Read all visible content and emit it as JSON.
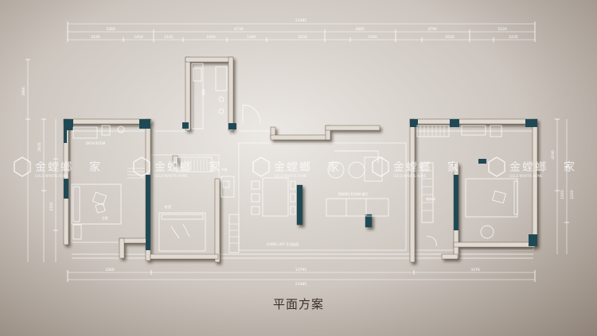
{
  "caption": "平面方案",
  "dimensions": {
    "top_total": "21485",
    "top_row1": [
      "3360",
      "6730",
      "2865",
      "3790",
      "5120"
    ],
    "top_row2": [
      "2190",
      "1050",
      "2165",
      "1690",
      "1480",
      "2630",
      "3760",
      "2935",
      "2235"
    ],
    "bottom_row": [
      "3360",
      "13795",
      "3376"
    ],
    "bottom_total": "21485",
    "left_vertical": [
      "3860",
      "2635",
      "4335"
    ],
    "right_vertical": [
      "4190",
      "1920",
      "2220"
    ]
  },
  "rooms": {
    "living": "LIVING LIFE  生活起居",
    "dining": "DINING ROOM  餐厅",
    "bathroom": "BATH ROOM",
    "master_bedroom": "主卧",
    "bedroom": "卧室",
    "study": "书房",
    "storage": "收纳间",
    "kitchen": "厨房"
  },
  "watermark": {
    "brand": "金螳螂",
    "suffix": "家",
    "subtitle": "GOLD MANTIS HOME"
  },
  "colors": {
    "wall_face": "#e2dbd2",
    "wall_side": "#4a3f38",
    "teal_accent": "#1f4a55",
    "lines": "#ffffff"
  }
}
